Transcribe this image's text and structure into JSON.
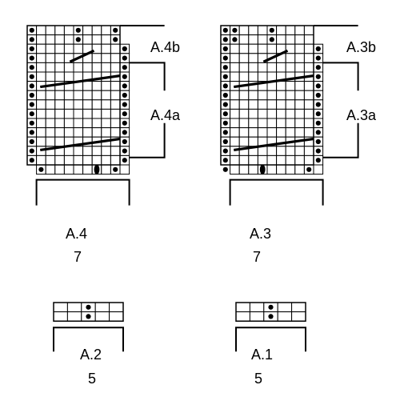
{
  "charts": [
    {
      "id": "A.4",
      "name_label": "A.4",
      "stitch_count": "7",
      "section_top_label": "A.4b",
      "section_mid_label": "A.4a",
      "cols": 10,
      "rows": 16,
      "dots": [
        [
          0,
          0
        ],
        [
          0,
          1
        ],
        [
          0,
          2
        ],
        [
          0,
          3
        ],
        [
          0,
          4
        ],
        [
          0,
          5
        ],
        [
          0,
          6
        ],
        [
          0,
          7
        ],
        [
          0,
          8
        ],
        [
          0,
          9
        ],
        [
          0,
          10
        ],
        [
          0,
          11
        ],
        [
          0,
          12
        ],
        [
          0,
          13
        ],
        [
          0,
          14
        ],
        [
          5,
          0
        ],
        [
          5,
          1
        ],
        [
          9,
          0
        ],
        [
          9,
          1
        ],
        [
          10,
          2
        ],
        [
          10,
          3
        ],
        [
          10,
          4
        ],
        [
          10,
          5
        ],
        [
          10,
          6
        ],
        [
          10,
          7
        ],
        [
          10,
          8
        ],
        [
          10,
          9
        ],
        [
          10,
          10
        ],
        [
          10,
          11
        ],
        [
          10,
          12
        ],
        [
          10,
          13
        ],
        [
          10,
          14
        ],
        [
          1,
          15
        ],
        [
          9,
          15
        ]
      ],
      "oval_cell": [
        7,
        15
      ]
    },
    {
      "id": "A.3",
      "name_label": "A.3",
      "stitch_count": "7",
      "section_top_label": "A.3b",
      "section_mid_label": "A.3a",
      "cols": 10,
      "rows": 16,
      "dots": [
        [
          0,
          0
        ],
        [
          0,
          1
        ],
        [
          0,
          2
        ],
        [
          0,
          3
        ],
        [
          0,
          4
        ],
        [
          0,
          5
        ],
        [
          0,
          6
        ],
        [
          0,
          7
        ],
        [
          0,
          8
        ],
        [
          0,
          9
        ],
        [
          0,
          10
        ],
        [
          0,
          11
        ],
        [
          0,
          12
        ],
        [
          0,
          13
        ],
        [
          0,
          14
        ],
        [
          0,
          15
        ],
        [
          1,
          0
        ],
        [
          1,
          1
        ],
        [
          5,
          0
        ],
        [
          5,
          1
        ],
        [
          10,
          2
        ],
        [
          10,
          3
        ],
        [
          10,
          4
        ],
        [
          10,
          5
        ],
        [
          10,
          6
        ],
        [
          10,
          7
        ],
        [
          10,
          8
        ],
        [
          10,
          9
        ],
        [
          10,
          10
        ],
        [
          10,
          11
        ],
        [
          10,
          12
        ],
        [
          10,
          13
        ],
        [
          10,
          14
        ],
        [
          9,
          15
        ]
      ],
      "oval_cell": [
        4,
        15
      ]
    },
    {
      "id": "A.2",
      "name_label": "A.2",
      "stitch_count": "5",
      "cols": 5,
      "rows": 2,
      "dots": [
        [
          2,
          0
        ],
        [
          2,
          1
        ]
      ]
    },
    {
      "id": "A.1",
      "name_label": "A.1",
      "stitch_count": "5",
      "cols": 5,
      "rows": 2,
      "dots": [
        [
          2,
          0
        ],
        [
          2,
          1
        ]
      ]
    }
  ]
}
